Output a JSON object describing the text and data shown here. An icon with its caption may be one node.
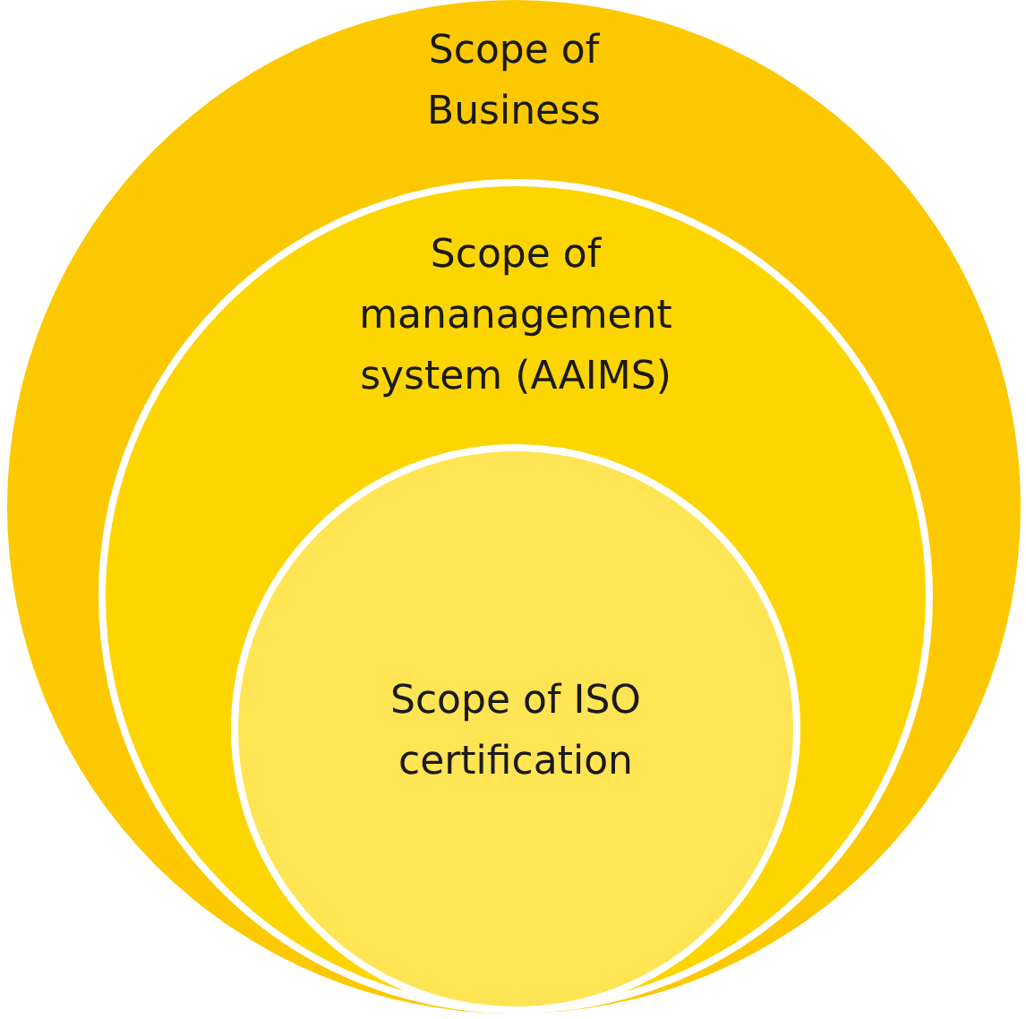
{
  "diagram": {
    "nodes": [
      {
        "text": [
          "Scope of Business"
        ]
      },
      {
        "text": [
          "Scope of mananagement system (AAIMS)"
        ],
        "in": 0
      },
      {
        "text": [
          "Scope of ISO certification"
        ],
        "in": 1
      }
    ]
  }
}
